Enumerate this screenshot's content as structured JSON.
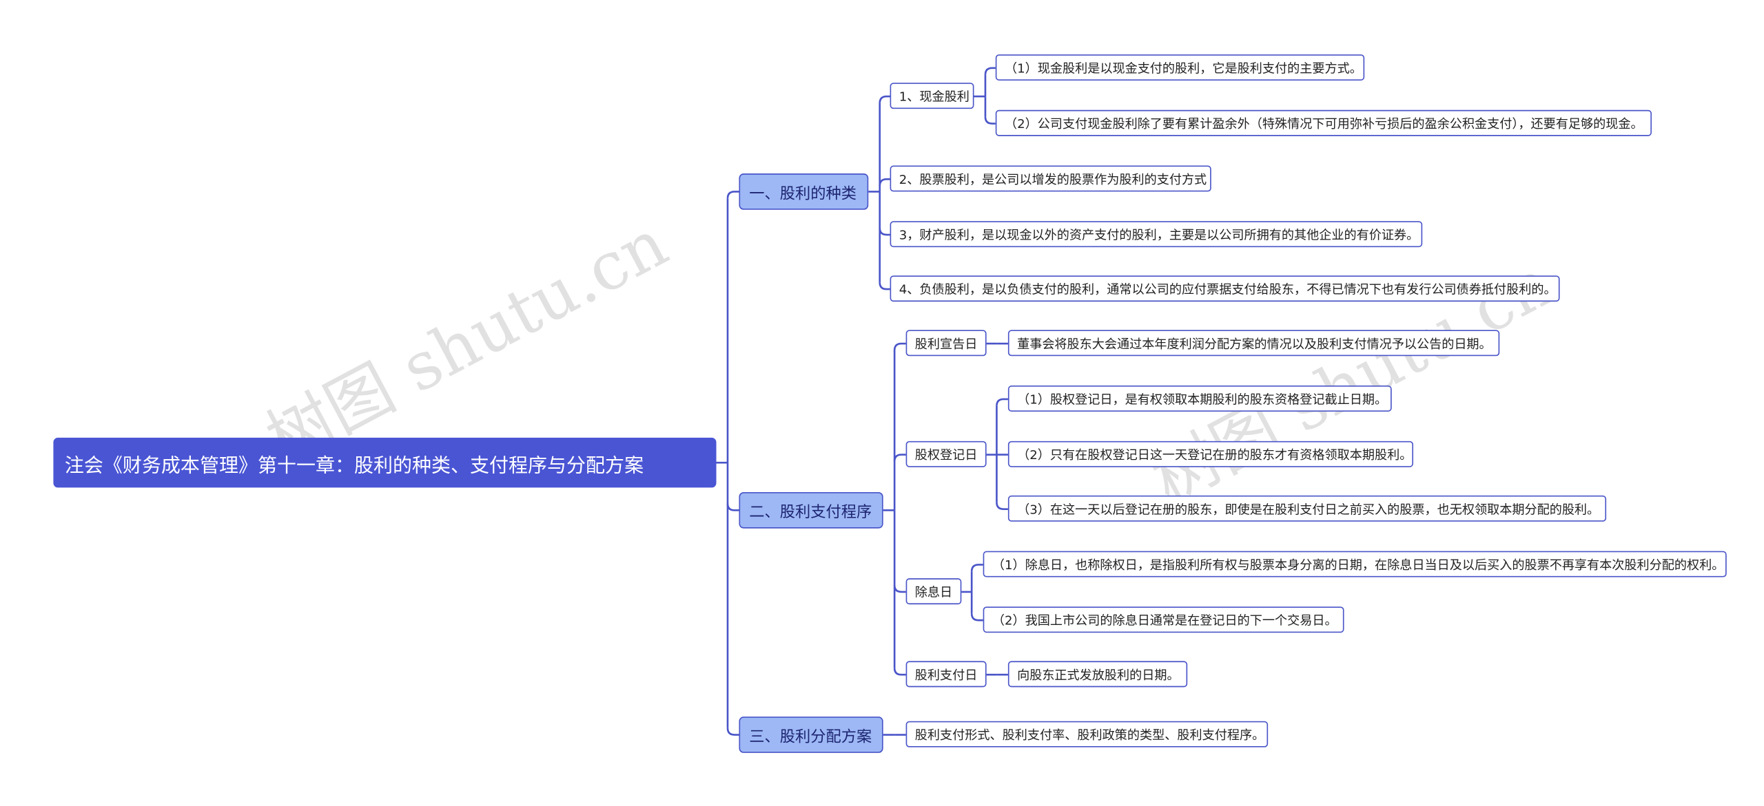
{
  "root": {
    "label": "注会《财务成本管理》第十一章：股利的种类、支付程序与分配方案"
  },
  "branches": [
    {
      "label": "一、股利的种类",
      "children": [
        {
          "label": "1、现金股利",
          "children": [
            "（1）现金股利是以现金支付的股利，它是股利支付的主要方式。",
            "（2）公司支付现金股利除了要有累计盈余外（特殊情况下可用弥补亏损后的盈余公积金支付），还要有足够的现金。"
          ]
        },
        {
          "label": "2、股票股利，是公司以增发的股票作为股利的支付方式"
        },
        {
          "label": "3，财产股利，是以现金以外的资产支付的股利，主要是以公司所拥有的其他企业的有价证券。"
        },
        {
          "label": "4、负债股利，是以负债支付的股利，通常以公司的应付票据支付给股东，不得已情况下也有发行公司债券抵付股利的。"
        }
      ]
    },
    {
      "label": "二、股利支付程序",
      "children": [
        {
          "label": "股利宣告日",
          "children": [
            "董事会将股东大会通过本年度利润分配方案的情况以及股利支付情况予以公告的日期。"
          ]
        },
        {
          "label": "股权登记日",
          "children": [
            "（1）股权登记日，是有权领取本期股利的股东资格登记截止日期。",
            "（2）只有在股权登记日这一天登记在册的股东才有资格领取本期股利。",
            "（3）在这一天以后登记在册的股东，即使是在股利支付日之前买入的股票，也无权领取本期分配的股利。"
          ]
        },
        {
          "label": "除息日",
          "children": [
            "（1）除息日，也称除权日，是指股利所有权与股票本身分离的日期，在除息日当日及以后买入的股票不再享有本次股利分配的权利。",
            "（2）我国上市公司的除息日通常是在登记日的下一个交易日。"
          ]
        },
        {
          "label": "股利支付日",
          "children": [
            "向股东正式发放股利的日期。"
          ]
        }
      ]
    },
    {
      "label": "三、股利分配方案",
      "children": [
        {
          "label": "股利支付形式、股利支付率、股利政策的类型、股利支付程序。"
        }
      ]
    }
  ],
  "watermark": {
    "text": "树图 shutu.cn"
  },
  "colors": {
    "root_bg": "#4a55d4",
    "branch_bg": "#9db8f5",
    "border": "#4a55c8",
    "line": "#4a55c8"
  }
}
